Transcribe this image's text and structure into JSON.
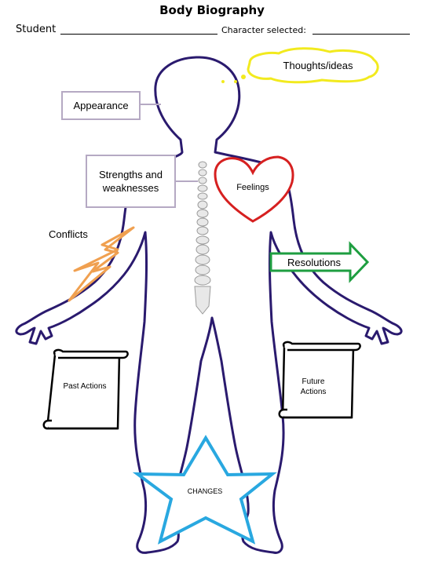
{
  "header": {
    "title": "Body Biography",
    "student_label": "Student",
    "character_label": "Character selected:"
  },
  "labels": {
    "thoughts": "Thoughts/ideas",
    "appearance": "Appearance",
    "strengths": "Strengths and weaknesses",
    "feelings": "Feelings",
    "conflicts": "Conflicts",
    "resolutions": "Resolutions",
    "past_actions": "Past Actions",
    "future_actions": "Future Actions",
    "changes": "CHANGES"
  },
  "colors": {
    "body_outline": "#2a1a6e",
    "thought_cloud": "#f2ea1e",
    "label_box_border": "#b5a9c3",
    "heart": "#d62020",
    "lightning": "#f0a050",
    "arrow": "#1e9e40",
    "star": "#29a8e0",
    "scroll": "#000000"
  },
  "icons": [
    "thought-cloud-icon",
    "heart-icon",
    "lightning-icon",
    "arrow-right-icon",
    "scroll-icon",
    "star-icon",
    "spine-icon"
  ]
}
